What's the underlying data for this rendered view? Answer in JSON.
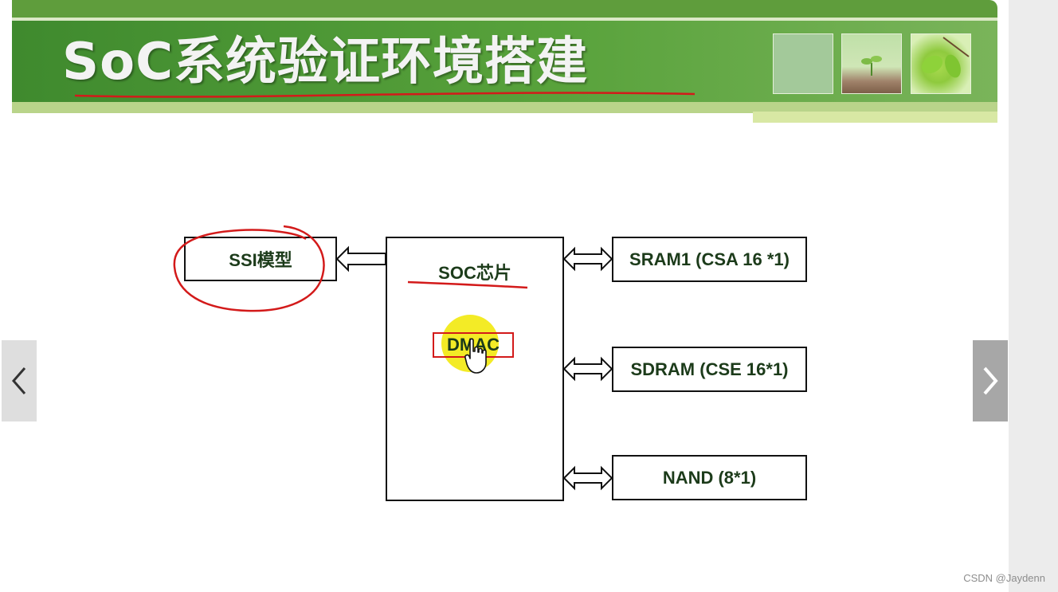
{
  "slide": {
    "title": "SoC系统验证环境搭建"
  },
  "diagram": {
    "ssi_label": "SSI模型",
    "soc_label": "SOC芯片",
    "dmac_label": "DMAC",
    "sram_label": "SRAM1 (CSA 16 *1)",
    "sdram_label": "SDRAM (CSE 16*1)",
    "nand_label": "NAND (8*1)"
  },
  "navigation": {
    "prev_icon": "chevron-left-icon",
    "next_icon": "chevron-right-icon"
  },
  "watermark": "CSDN @Jaydenn",
  "colors": {
    "banner_green": "#4f9a36",
    "annotation_red": "#d31a1a",
    "highlight_yellow": "#f2ea1a"
  }
}
